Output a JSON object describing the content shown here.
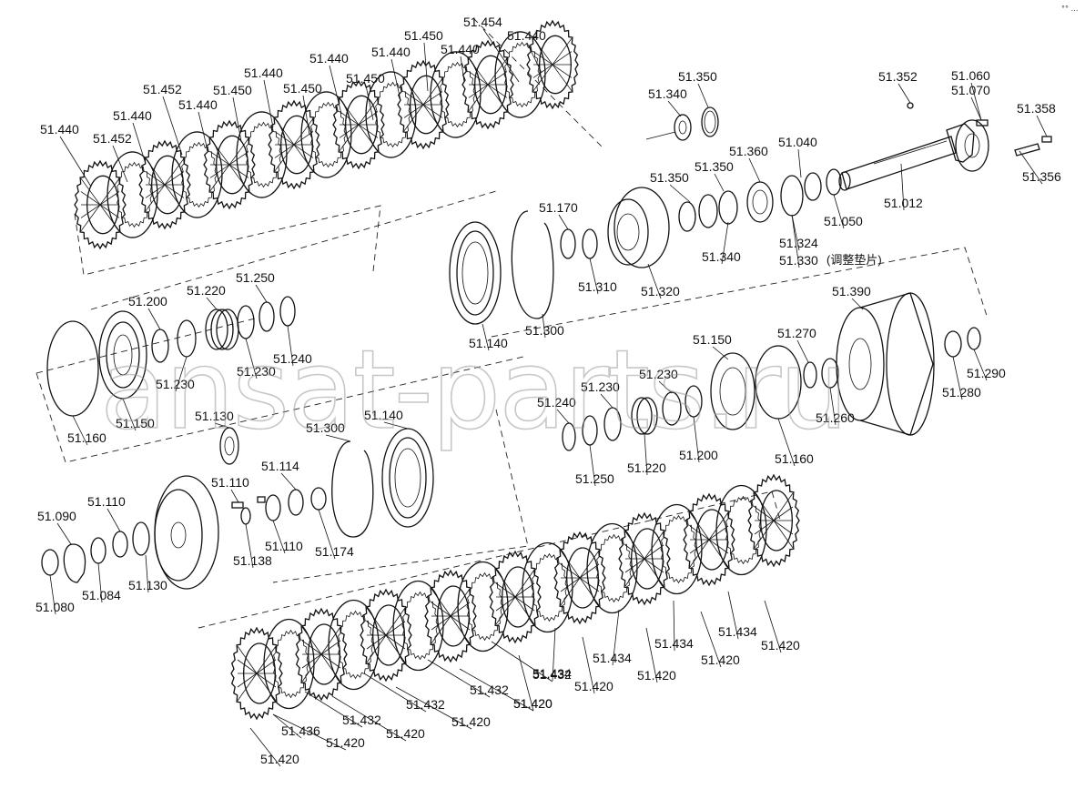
{
  "watermark": "ansat-parts.ru",
  "corner_mark": "°° …",
  "shim_note": "(调整垫片)",
  "labels": [
    {
      "id": "a1",
      "text": "51.440"
    },
    {
      "id": "a2",
      "text": "51.452"
    },
    {
      "id": "a3",
      "text": "51.440"
    },
    {
      "id": "a4",
      "text": "51.452"
    },
    {
      "id": "a5",
      "text": "51.440"
    },
    {
      "id": "a6",
      "text": "51.450"
    },
    {
      "id": "a7",
      "text": "51.440"
    },
    {
      "id": "a8",
      "text": "51.450"
    },
    {
      "id": "a9",
      "text": "51.440"
    },
    {
      "id": "a10",
      "text": "51.450"
    },
    {
      "id": "a11",
      "text": "51.440"
    },
    {
      "id": "a12",
      "text": "51.450"
    },
    {
      "id": "a13",
      "text": "51.440"
    },
    {
      "id": "a14",
      "text": "51.454"
    },
    {
      "id": "a15",
      "text": "51.440"
    },
    {
      "id": "b1",
      "text": "51.350"
    },
    {
      "id": "b2",
      "text": "51.340"
    },
    {
      "id": "b3",
      "text": "51.352"
    },
    {
      "id": "b4",
      "text": "51.060"
    },
    {
      "id": "b5",
      "text": "51.070"
    },
    {
      "id": "b6",
      "text": "51.358"
    },
    {
      "id": "b7",
      "text": "51.356"
    },
    {
      "id": "b8",
      "text": "51.012"
    },
    {
      "id": "b9",
      "text": "51.050"
    },
    {
      "id": "b10",
      "text": "51.040"
    },
    {
      "id": "b11",
      "text": "51.360"
    },
    {
      "id": "b12",
      "text": "51.350"
    },
    {
      "id": "b13",
      "text": "51.350"
    },
    {
      "id": "b14",
      "text": "51.340"
    },
    {
      "id": "b15",
      "text": "51.324"
    },
    {
      "id": "b16",
      "text": "51.330"
    },
    {
      "id": "c1",
      "text": "51.170"
    },
    {
      "id": "c2",
      "text": "51.310"
    },
    {
      "id": "c3",
      "text": "51.320"
    },
    {
      "id": "c4",
      "text": "51.300"
    },
    {
      "id": "c5",
      "text": "51.140"
    },
    {
      "id": "d1",
      "text": "51.220"
    },
    {
      "id": "d2",
      "text": "51.250"
    },
    {
      "id": "d3",
      "text": "51.200"
    },
    {
      "id": "d4",
      "text": "51.240"
    },
    {
      "id": "d5",
      "text": "51.230"
    },
    {
      "id": "d6",
      "text": "51.230"
    },
    {
      "id": "d7",
      "text": "51.150"
    },
    {
      "id": "d8",
      "text": "51.160"
    },
    {
      "id": "e1",
      "text": "51.390"
    },
    {
      "id": "e2",
      "text": "51.270"
    },
    {
      "id": "e3",
      "text": "51.290"
    },
    {
      "id": "e4",
      "text": "51.280"
    },
    {
      "id": "e5",
      "text": "51.260"
    },
    {
      "id": "e6",
      "text": "51.150"
    },
    {
      "id": "e7",
      "text": "51.230"
    },
    {
      "id": "e8",
      "text": "51.230"
    },
    {
      "id": "e9",
      "text": "51.240"
    },
    {
      "id": "e10",
      "text": "51.250"
    },
    {
      "id": "e11",
      "text": "51.220"
    },
    {
      "id": "e12",
      "text": "51.200"
    },
    {
      "id": "e13",
      "text": "51.160"
    },
    {
      "id": "f1",
      "text": "51.130"
    },
    {
      "id": "f2",
      "text": "51.300"
    },
    {
      "id": "f3",
      "text": "51.140"
    },
    {
      "id": "f4",
      "text": "51.114"
    },
    {
      "id": "f5",
      "text": "51.110"
    },
    {
      "id": "f6",
      "text": "51.110"
    },
    {
      "id": "f7",
      "text": "51.090"
    },
    {
      "id": "f8",
      "text": "51.110"
    },
    {
      "id": "f9",
      "text": "51.138"
    },
    {
      "id": "f10",
      "text": "51.174"
    },
    {
      "id": "f11",
      "text": "51.130"
    },
    {
      "id": "f12",
      "text": "51.084"
    },
    {
      "id": "f13",
      "text": "51.080"
    },
    {
      "id": "g1",
      "text": "51.420"
    },
    {
      "id": "g2",
      "text": "51.434"
    },
    {
      "id": "g3",
      "text": "51.420"
    },
    {
      "id": "g4",
      "text": "51.434"
    },
    {
      "id": "g5",
      "text": "51.420"
    },
    {
      "id": "g6",
      "text": "51.434"
    },
    {
      "id": "g7",
      "text": "51.420"
    },
    {
      "id": "g8",
      "text": "51.434"
    },
    {
      "id": "g9",
      "text": "51.420"
    },
    {
      "id": "g10",
      "text": "51.432"
    },
    {
      "id": "g11",
      "text": "51.420"
    },
    {
      "id": "g12",
      "text": "51.432"
    },
    {
      "id": "g13",
      "text": "51.420"
    },
    {
      "id": "g14",
      "text": "51.432"
    },
    {
      "id": "g15",
      "text": "51.420"
    },
    {
      "id": "g16",
      "text": "51.432"
    },
    {
      "id": "g17",
      "text": "51.420"
    },
    {
      "id": "g18",
      "text": "51.436"
    },
    {
      "id": "g19",
      "text": "51.420"
    }
  ]
}
